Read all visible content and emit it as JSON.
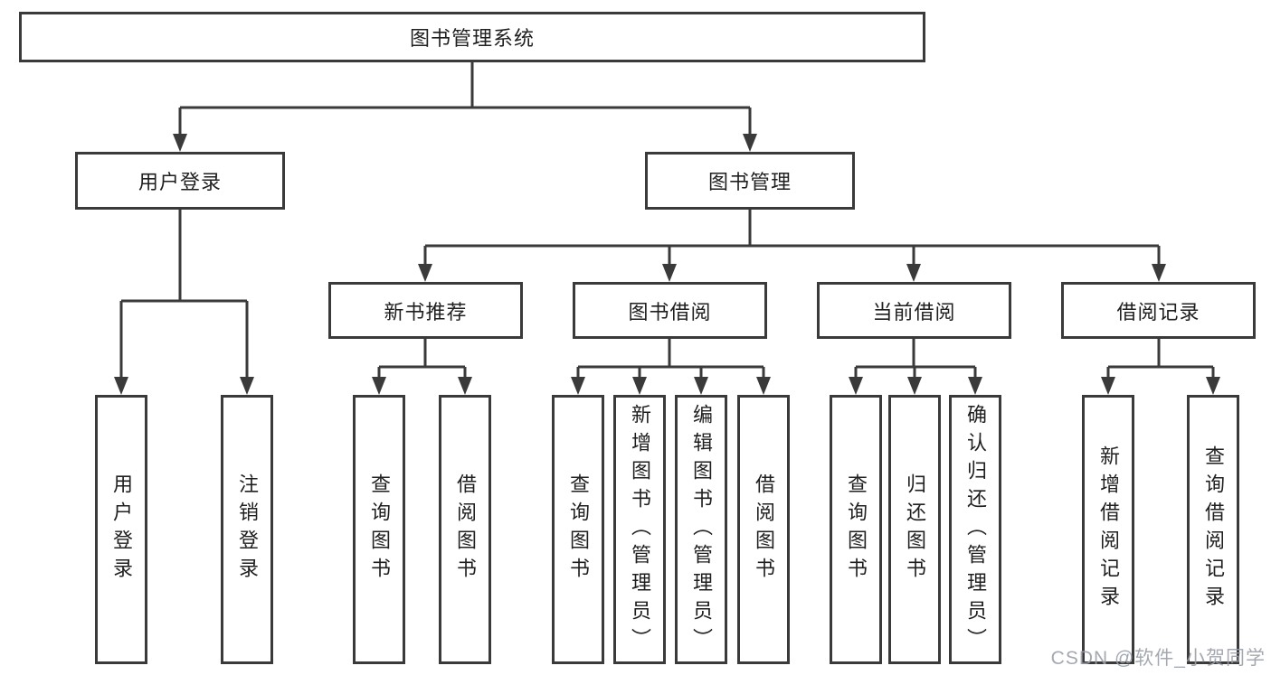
{
  "tree": {
    "root": "图书管理系统",
    "branches": [
      {
        "label": "用户登录",
        "children": [
          "用户登录",
          "注销登录"
        ]
      },
      {
        "label": "图书管理",
        "groups": [
          {
            "label": "新书推荐",
            "children": [
              "查询图书",
              "借阅图书"
            ]
          },
          {
            "label": "图书借阅",
            "children": [
              "查询图书",
              "新增图书（管理员）",
              "编辑图书（管理员）",
              "借阅图书"
            ]
          },
          {
            "label": "当前借阅",
            "children": [
              "查询图书",
              "归还图书",
              "确认归还（管理员）"
            ]
          },
          {
            "label": "借阅记录",
            "children": [
              "新增借阅记录",
              "查询借阅记录"
            ]
          }
        ]
      }
    ]
  },
  "colors": {
    "line": "#3a3a3a",
    "text": "#1f1f1f",
    "watermark": "#9aa0a8"
  },
  "watermark": "CSDN @软件_小贺同学"
}
